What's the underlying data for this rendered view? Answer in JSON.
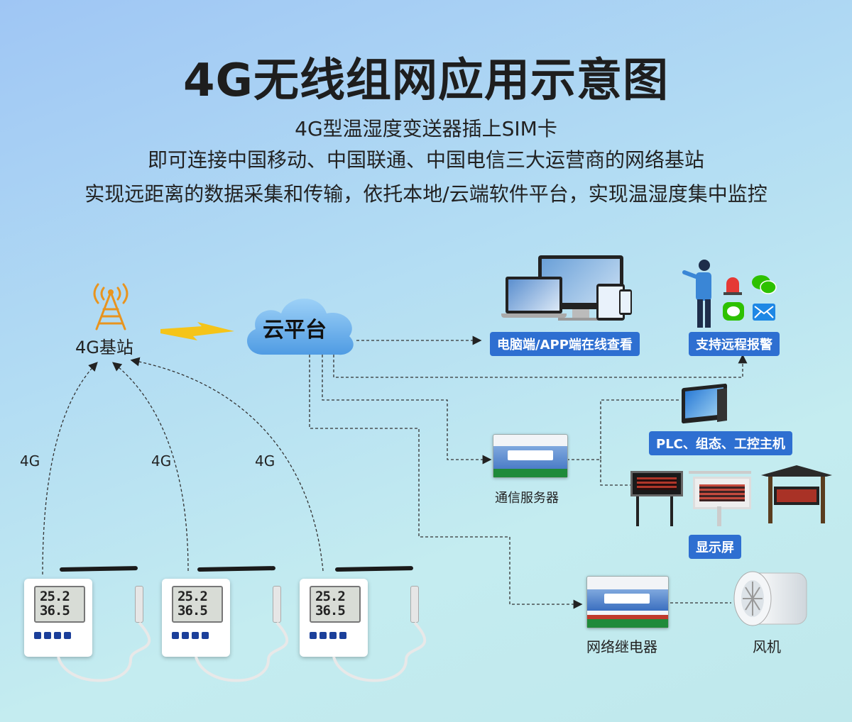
{
  "title": "4G无线组网应用示意图",
  "subtitle_lines": [
    "4G型温湿度变送器插上SIM卡",
    "即可连接中国移动、中国联通、中国电信三大运营商的网络基站",
    "实现远距离的数据采集和传输，依托本地/云端软件平台，实现温湿度集中监控"
  ],
  "base_station": {
    "label": "4G基站"
  },
  "cloud": {
    "label": "云平台"
  },
  "links": {
    "label_4g": [
      "4G",
      "4G",
      "4G"
    ]
  },
  "sensor": {
    "line1": "25.2",
    "line2": "36.5"
  },
  "tags": {
    "pc_app": "电脑端/APP端在线查看",
    "remote_alarm": "支持远程报警",
    "plc": "PLC、组态、工控主机",
    "display": "显示屏"
  },
  "labels": {
    "comm_server": "通信服务器",
    "relay": "网络继电器",
    "fan": "风机"
  },
  "colors": {
    "tag_bg": "#2e6fd1",
    "antenna_orange": "#e8941f",
    "lightning": "#f5c419",
    "cloud": "#5aa6ea"
  },
  "icons": {
    "tower": "cell-tower-icon",
    "lightning": "lightning-icon",
    "cloud": "cloud-icon",
    "alarm": "alarm-light-icon",
    "wechat": "wechat-icon",
    "message": "message-icon",
    "mail": "mail-icon"
  }
}
